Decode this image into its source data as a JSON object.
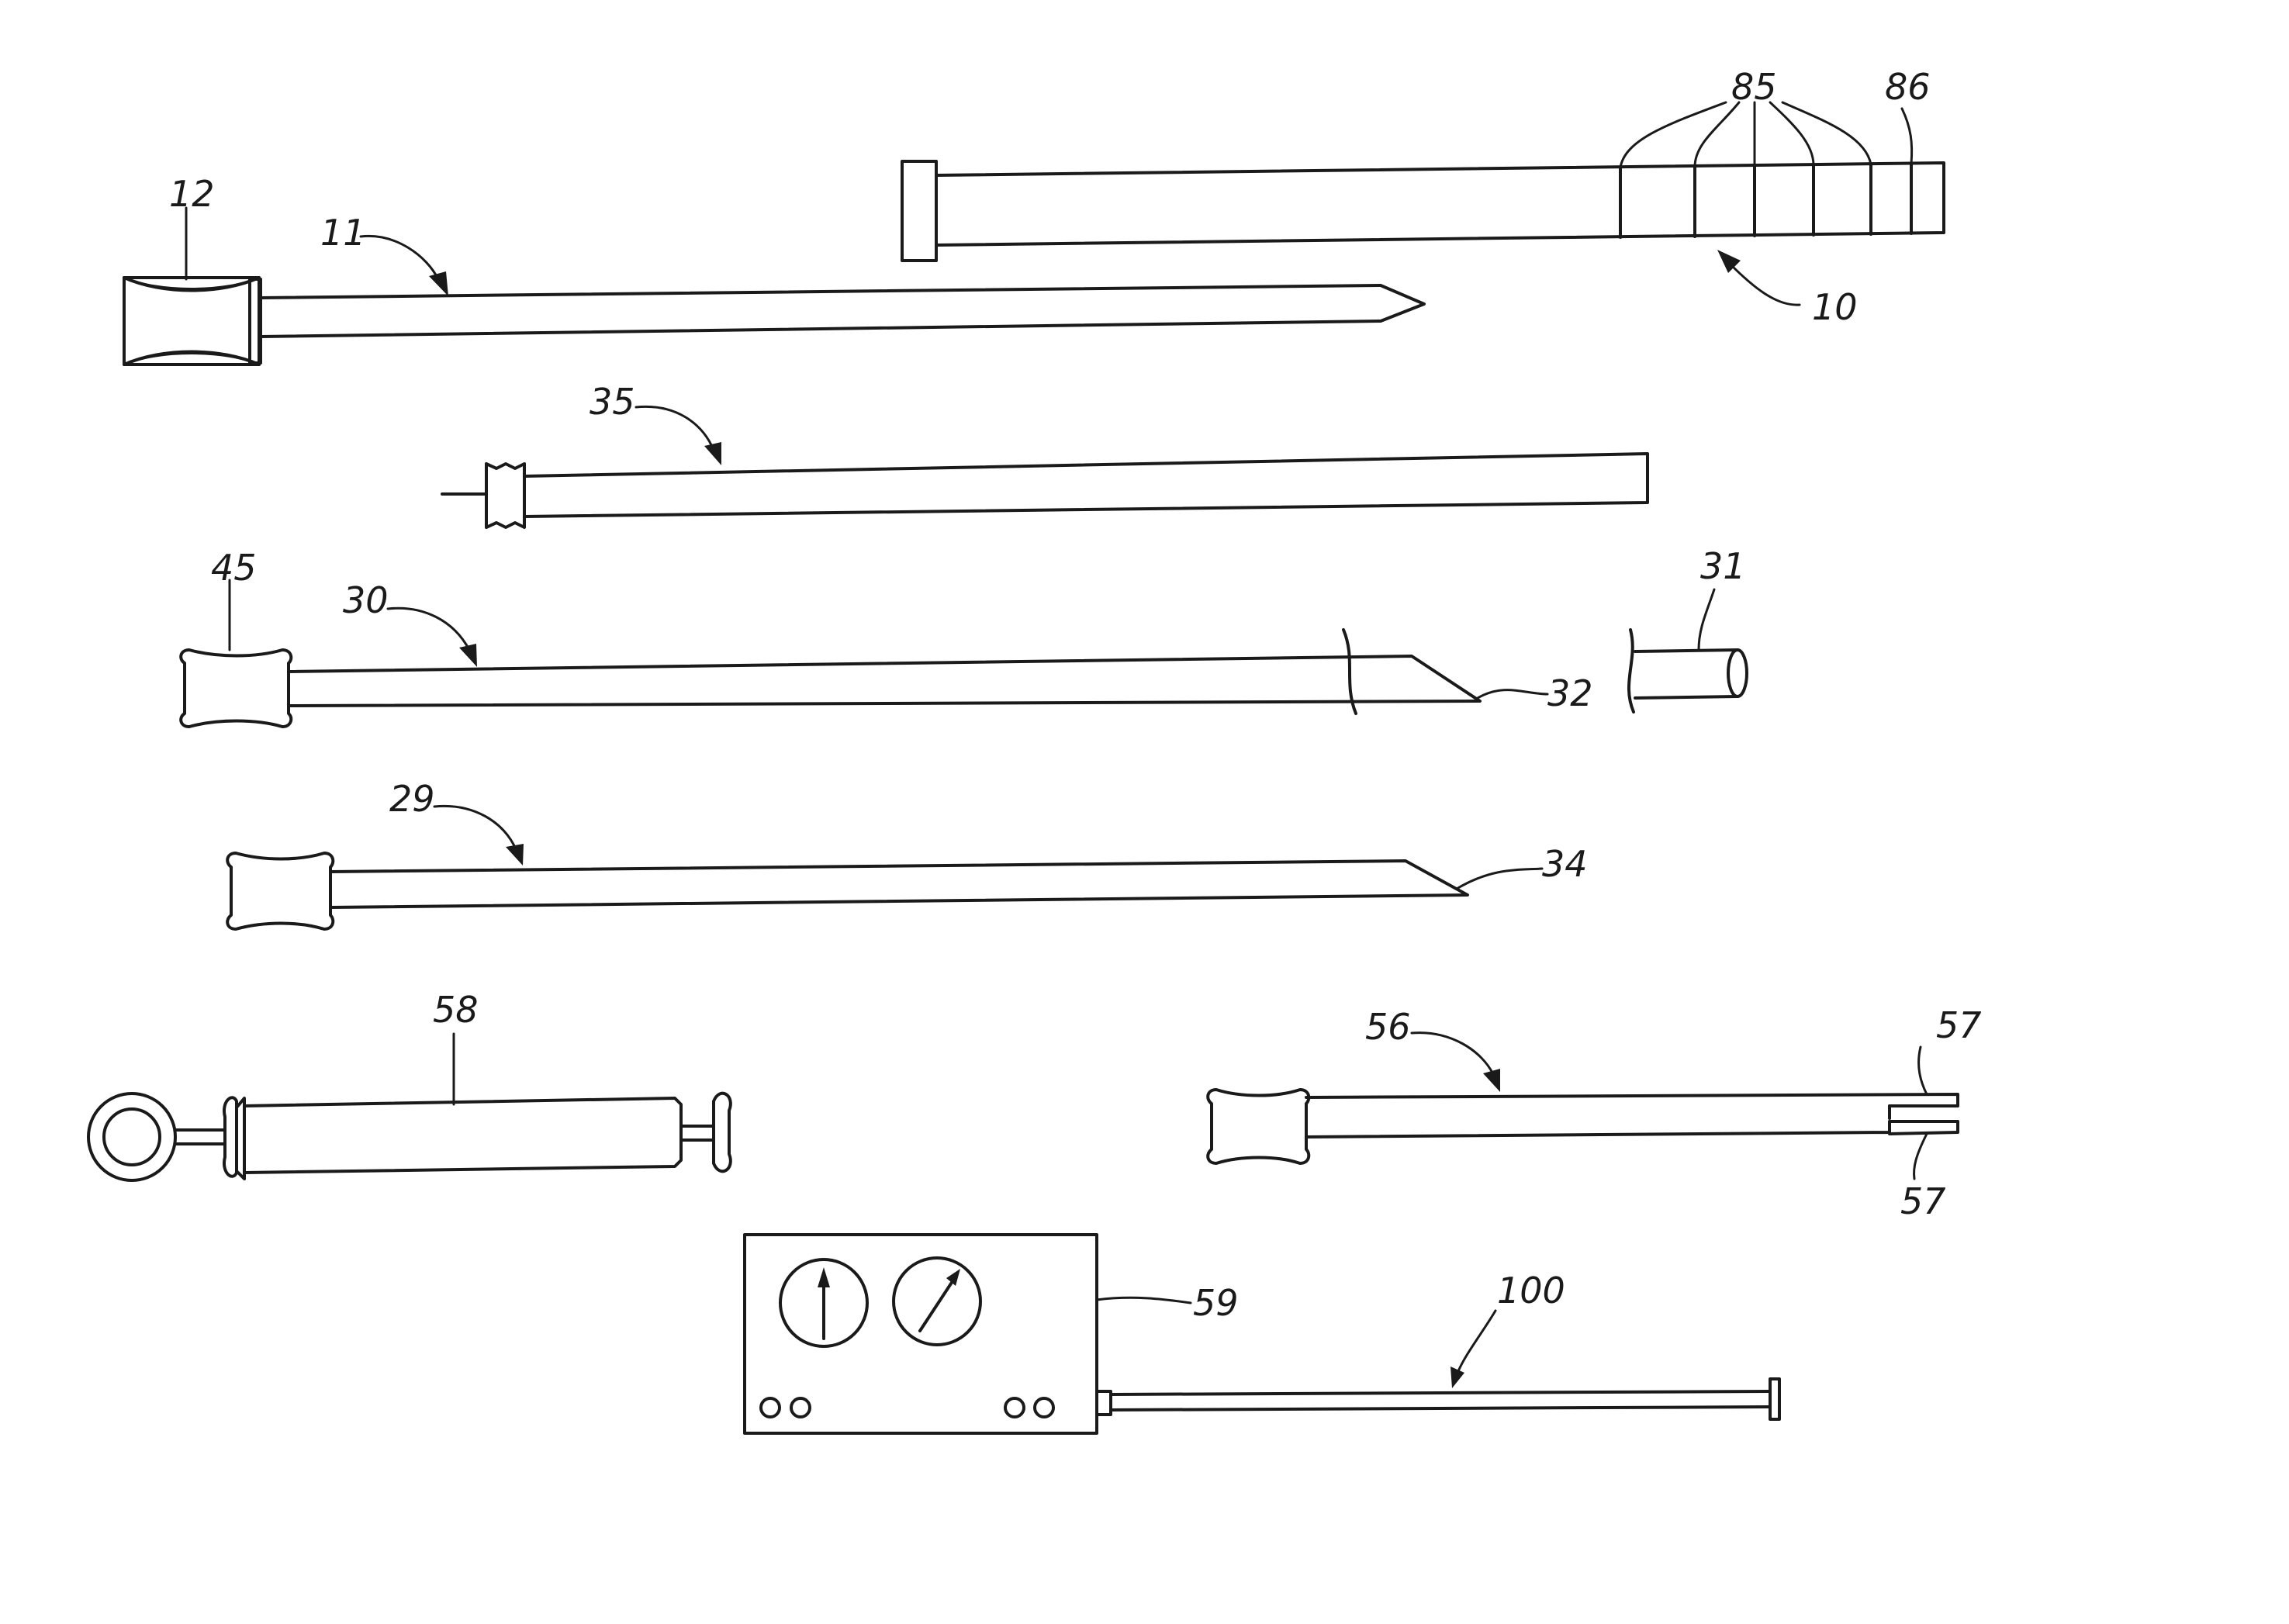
{
  "labels": {
    "ref_85": "85",
    "ref_86": "86",
    "ref_10": "10",
    "ref_12": "12",
    "ref_11": "11",
    "ref_35": "35",
    "ref_45": "45",
    "ref_30": "30",
    "ref_31": "31",
    "ref_32": "32",
    "ref_29": "29",
    "ref_34": "34",
    "ref_58": "58",
    "ref_56": "56",
    "ref_57_top": "57",
    "ref_57_bottom": "57",
    "ref_59": "59",
    "ref_100": "100"
  }
}
